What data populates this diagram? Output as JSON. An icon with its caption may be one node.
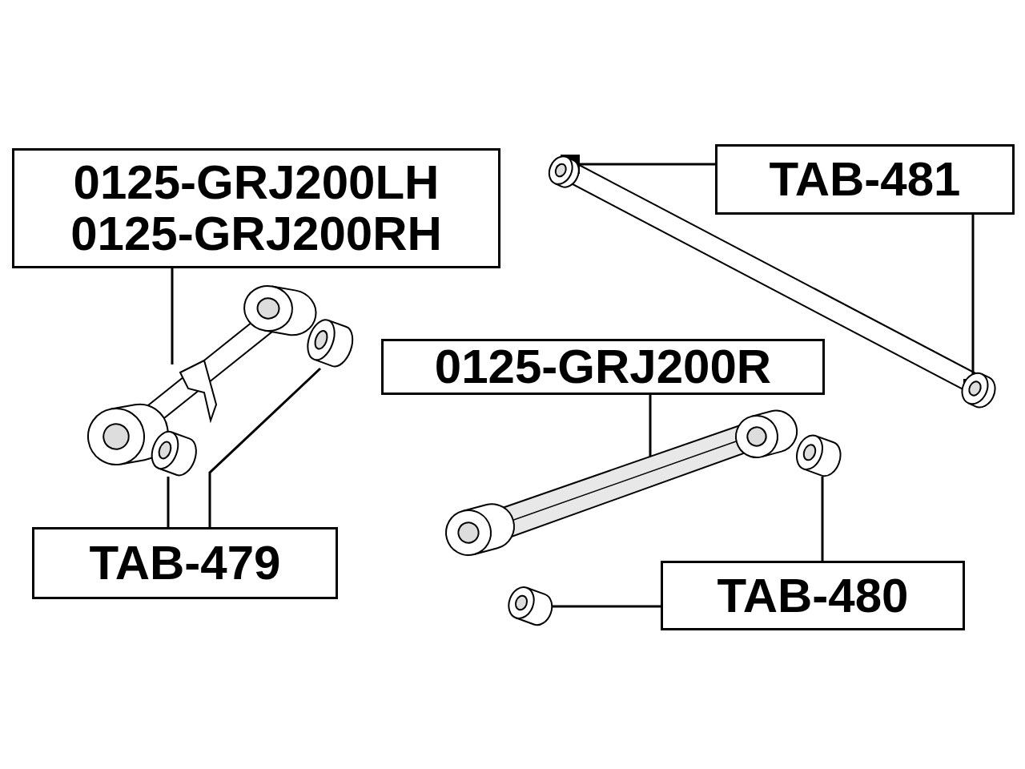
{
  "diagram": {
    "nodes": [
      {
        "text": [
          "0125-GRJ200LH",
          "0125-GRJ200RH"
        ]
      },
      {
        "text": [
          "TAB-481"
        ]
      },
      {
        "text": [
          "0125-GRJ200R"
        ]
      },
      {
        "text": [
          "TAB-479"
        ]
      },
      {
        "text": [
          "TAB-480"
        ]
      },
      {
        "text": [],
        "shape": "picture"
      },
      {
        "text": [],
        "shape": "picture"
      },
      {
        "text": [],
        "shape": "picture"
      },
      {
        "text": [],
        "shape": "picture"
      },
      {
        "text": [],
        "shape": "picture"
      },
      {
        "text": [],
        "shape": "picture"
      },
      {
        "text": [],
        "shape": "picture"
      },
      {
        "text": [],
        "shape": "picture"
      }
    ],
    "edges": [
      {
        "from": 0,
        "to": 5,
        "arrow": "none"
      },
      {
        "from": 1,
        "to": 8,
        "arrow": "other"
      },
      {
        "from": 1,
        "to": 9,
        "arrow": "other"
      },
      {
        "from": 2,
        "to": 10,
        "arrow": "none"
      },
      {
        "from": 3,
        "to": 7,
        "arrow": "none"
      },
      {
        "from": 3,
        "to": 6,
        "arrow": "none"
      },
      {
        "from": 4,
        "to": 11,
        "arrow": "none"
      },
      {
        "from": 4,
        "to": 12,
        "arrow": "none"
      }
    ]
  }
}
